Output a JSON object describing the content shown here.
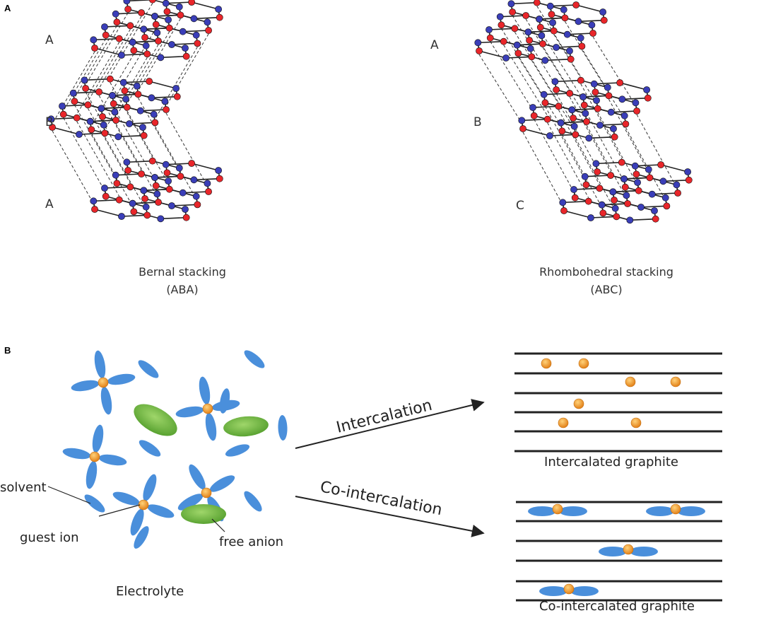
{
  "panels": {
    "a": {
      "letter": "A",
      "left": {
        "caption_line1": "Bernal stacking",
        "caption_line2": "(ABA)",
        "layers": [
          "A",
          "B",
          "A"
        ]
      },
      "right": {
        "caption_line1": "Rhombohedral stacking",
        "caption_line2": "(ABC)",
        "layers": [
          "A",
          "B",
          "C"
        ]
      }
    },
    "b": {
      "letter": "B",
      "labels": {
        "solvent": "solvent",
        "guest_ion": "guest ion",
        "free_anion": "free anion",
        "electrolyte": "Electrolyte"
      },
      "arrows": {
        "intercalation": "Intercalation",
        "co_intercalation": "Co-intercalation"
      },
      "products": {
        "intercalated": "Intercalated graphite",
        "co_intercalated": "Co-intercalated graphite"
      }
    }
  },
  "colors": {
    "atom_red": "#e8262a",
    "atom_blue": "#3a3eb8",
    "solvent_blue": "#4a8fdb",
    "ion_orange": "#f08c1e",
    "anion_green": "#6fb43c",
    "line": "#222222"
  }
}
